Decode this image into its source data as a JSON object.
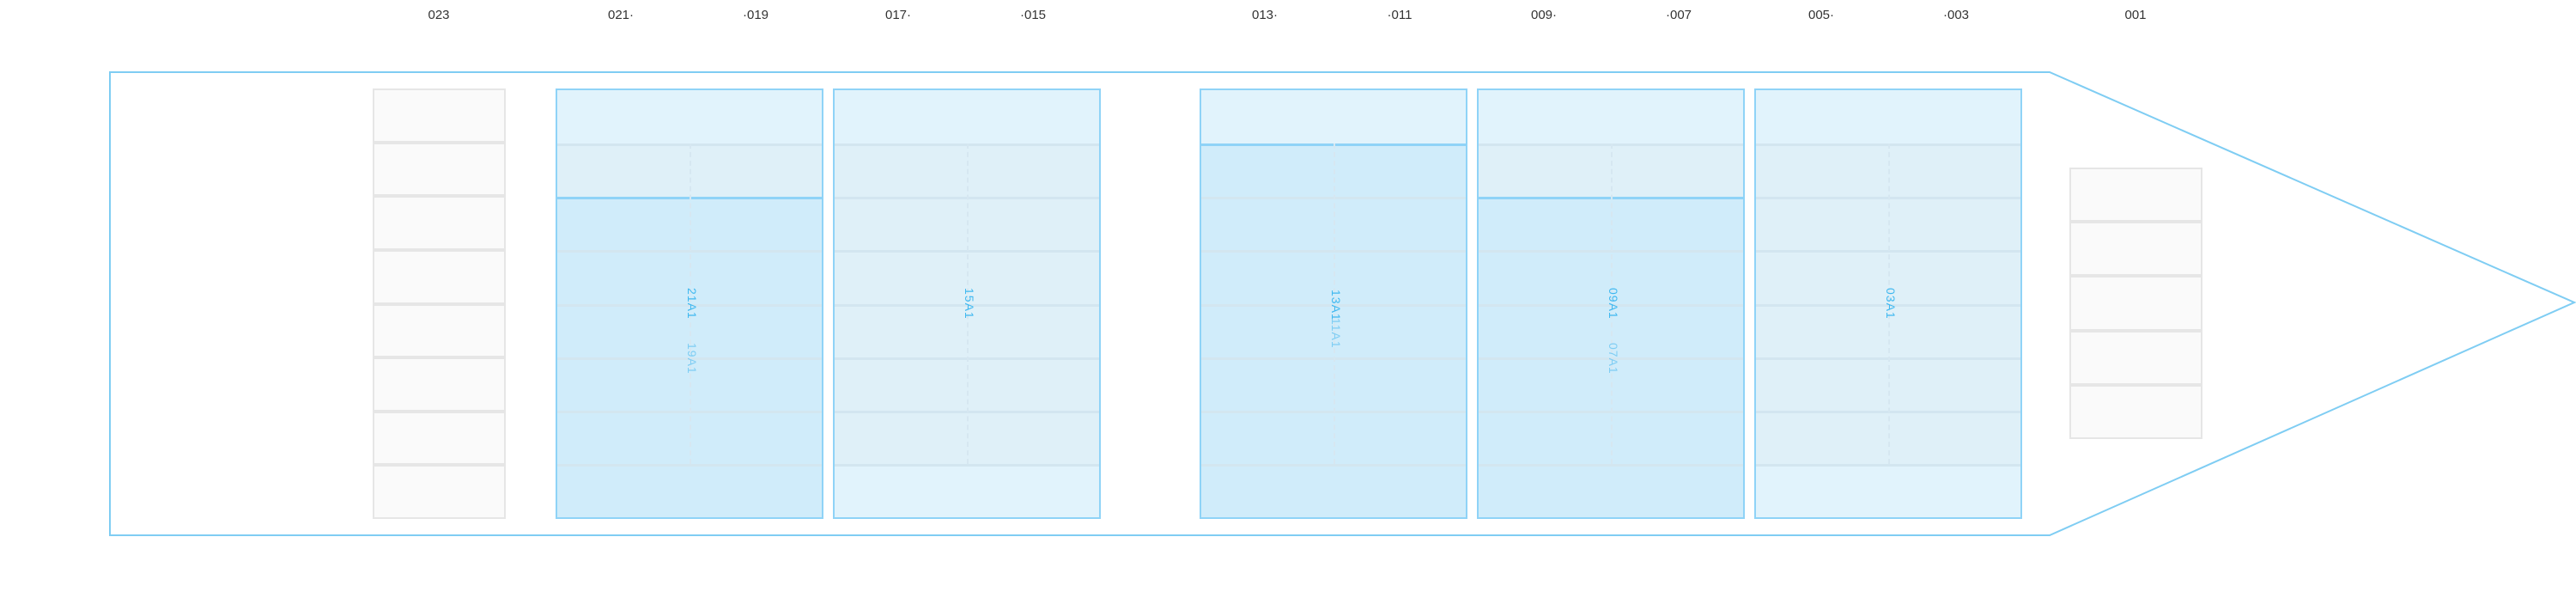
{
  "colors": {
    "accent": "#8fd3f7",
    "label": "#3fb8f0",
    "empty": "#e1f3fc",
    "planned": "#dff0f8",
    "loaded": "#d0ecfa",
    "slot": "#fafafa"
  },
  "bay_labels": [
    "023",
    "021·",
    "·019",
    "017·",
    "·015",
    "013·",
    "·011",
    "009·",
    "·007",
    "005·",
    "·003",
    "001"
  ],
  "bays": [
    {
      "name": "bay-21-19",
      "rows": [
        "empty",
        "planned",
        "loaded",
        "loaded",
        "loaded",
        "loaded",
        "loaded",
        "loaded"
      ],
      "labels": [
        "21A1",
        "19A1"
      ]
    },
    {
      "name": "bay-17-15",
      "rows": [
        "empty",
        "planned",
        "planned",
        "planned",
        "planned",
        "planned",
        "planned",
        "empty"
      ],
      "labels": [
        "15A1"
      ]
    },
    {
      "name": "bay-13-11",
      "rows": [
        "empty",
        "loaded",
        "loaded",
        "loaded",
        "loaded",
        "loaded",
        "loaded",
        "loaded"
      ],
      "labels": [
        "13A1",
        "11A1"
      ]
    },
    {
      "name": "bay-09-07",
      "rows": [
        "empty",
        "planned",
        "loaded",
        "loaded",
        "loaded",
        "loaded",
        "loaded",
        "loaded"
      ],
      "labels": [
        "09A1",
        "07A1"
      ]
    },
    {
      "name": "bay-05-03",
      "rows": [
        "empty",
        "planned",
        "planned",
        "planned",
        "planned",
        "planned",
        "planned",
        "empty"
      ],
      "labels": [
        "03A1"
      ]
    }
  ],
  "stacks": [
    {
      "name": "bay-023-stack",
      "cells": 8
    },
    {
      "name": "bay-001-stack",
      "cells": 5
    }
  ]
}
